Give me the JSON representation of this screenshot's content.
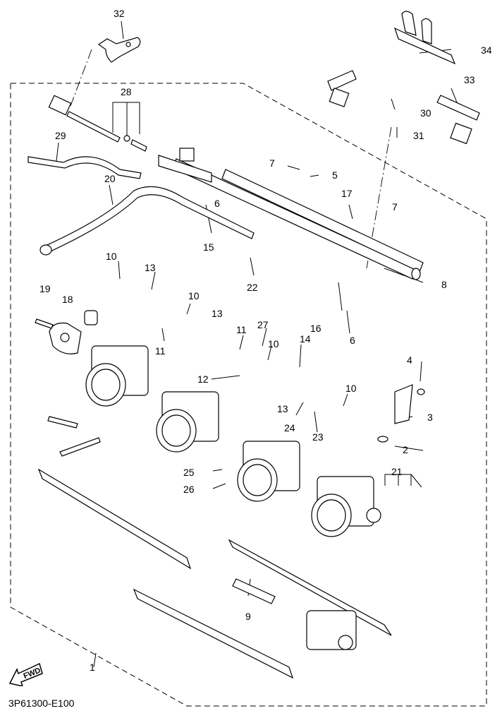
{
  "diagram": {
    "title": "Throttle body assembly exploded parts diagram",
    "figure_code": "3P61300-E100",
    "direction_indicator": "FWD",
    "callouts": [
      {
        "id": "c1",
        "label": "1"
      },
      {
        "id": "c2",
        "label": "2"
      },
      {
        "id": "c3",
        "label": "3"
      },
      {
        "id": "c4",
        "label": "4"
      },
      {
        "id": "c5",
        "label": "5"
      },
      {
        "id": "c6a",
        "label": "6"
      },
      {
        "id": "c6b",
        "label": "6"
      },
      {
        "id": "c7a",
        "label": "7"
      },
      {
        "id": "c7b",
        "label": "7"
      },
      {
        "id": "c8",
        "label": "8"
      },
      {
        "id": "c9",
        "label": "9"
      },
      {
        "id": "c10a",
        "label": "10"
      },
      {
        "id": "c10b",
        "label": "10"
      },
      {
        "id": "c10c",
        "label": "10"
      },
      {
        "id": "c10d",
        "label": "10"
      },
      {
        "id": "c11a",
        "label": "11"
      },
      {
        "id": "c11b",
        "label": "11"
      },
      {
        "id": "c12",
        "label": "12"
      },
      {
        "id": "c13a",
        "label": "13"
      },
      {
        "id": "c13b",
        "label": "13"
      },
      {
        "id": "c13c",
        "label": "13"
      },
      {
        "id": "c14",
        "label": "14"
      },
      {
        "id": "c15",
        "label": "15"
      },
      {
        "id": "c16",
        "label": "16"
      },
      {
        "id": "c17",
        "label": "17"
      },
      {
        "id": "c18",
        "label": "18"
      },
      {
        "id": "c19",
        "label": "19"
      },
      {
        "id": "c20",
        "label": "20"
      },
      {
        "id": "c21",
        "label": "21"
      },
      {
        "id": "c22",
        "label": "22"
      },
      {
        "id": "c23",
        "label": "23"
      },
      {
        "id": "c24",
        "label": "24"
      },
      {
        "id": "c25",
        "label": "25"
      },
      {
        "id": "c26",
        "label": "26"
      },
      {
        "id": "c27",
        "label": "27"
      },
      {
        "id": "c28",
        "label": "28"
      },
      {
        "id": "c29",
        "label": "29"
      },
      {
        "id": "c30",
        "label": "30"
      },
      {
        "id": "c31",
        "label": "31"
      },
      {
        "id": "c32",
        "label": "32"
      },
      {
        "id": "c33",
        "label": "33"
      },
      {
        "id": "c34",
        "label": "34"
      }
    ]
  }
}
